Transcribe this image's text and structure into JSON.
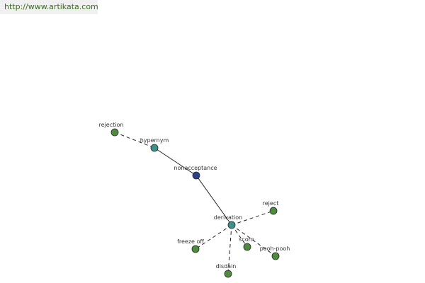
{
  "site": {
    "url": "http://www.artikata.com"
  },
  "colors": {
    "central": "#2f3f8a",
    "relation": "#3f8f8f",
    "leaf": "#4f8a3f",
    "node_stroke": "#1f2f1f",
    "edge": "#222222"
  },
  "graph": {
    "nodes": [
      {
        "id": "rejection",
        "label": "rejection",
        "kind": "leaf"
      },
      {
        "id": "hypernym",
        "label": "hypernym",
        "kind": "relation"
      },
      {
        "id": "nonacceptance",
        "label": "nonacceptance",
        "kind": "central"
      },
      {
        "id": "derivation",
        "label": "derivation",
        "kind": "relation"
      },
      {
        "id": "reject",
        "label": "reject",
        "kind": "leaf"
      },
      {
        "id": "freeze-off",
        "label": "freeze off",
        "kind": "leaf"
      },
      {
        "id": "scorn",
        "label": "scorn",
        "kind": "leaf"
      },
      {
        "id": "pooh-pooh",
        "label": "pooh-pooh",
        "kind": "leaf"
      },
      {
        "id": "disdain",
        "label": "disdain",
        "kind": "leaf"
      }
    ],
    "edges": [
      {
        "from": "rejection",
        "to": "hypernym",
        "style": "dashed"
      },
      {
        "from": "hypernym",
        "to": "nonacceptance",
        "style": "solid"
      },
      {
        "from": "nonacceptance",
        "to": "derivation",
        "style": "solid"
      },
      {
        "from": "derivation",
        "to": "reject",
        "style": "dashed"
      },
      {
        "from": "derivation",
        "to": "freeze-off",
        "style": "dashed"
      },
      {
        "from": "derivation",
        "to": "scorn",
        "style": "dashed"
      },
      {
        "from": "derivation",
        "to": "pooh-pooh",
        "style": "dashed"
      },
      {
        "from": "derivation",
        "to": "disdain",
        "style": "dashed"
      }
    ]
  }
}
